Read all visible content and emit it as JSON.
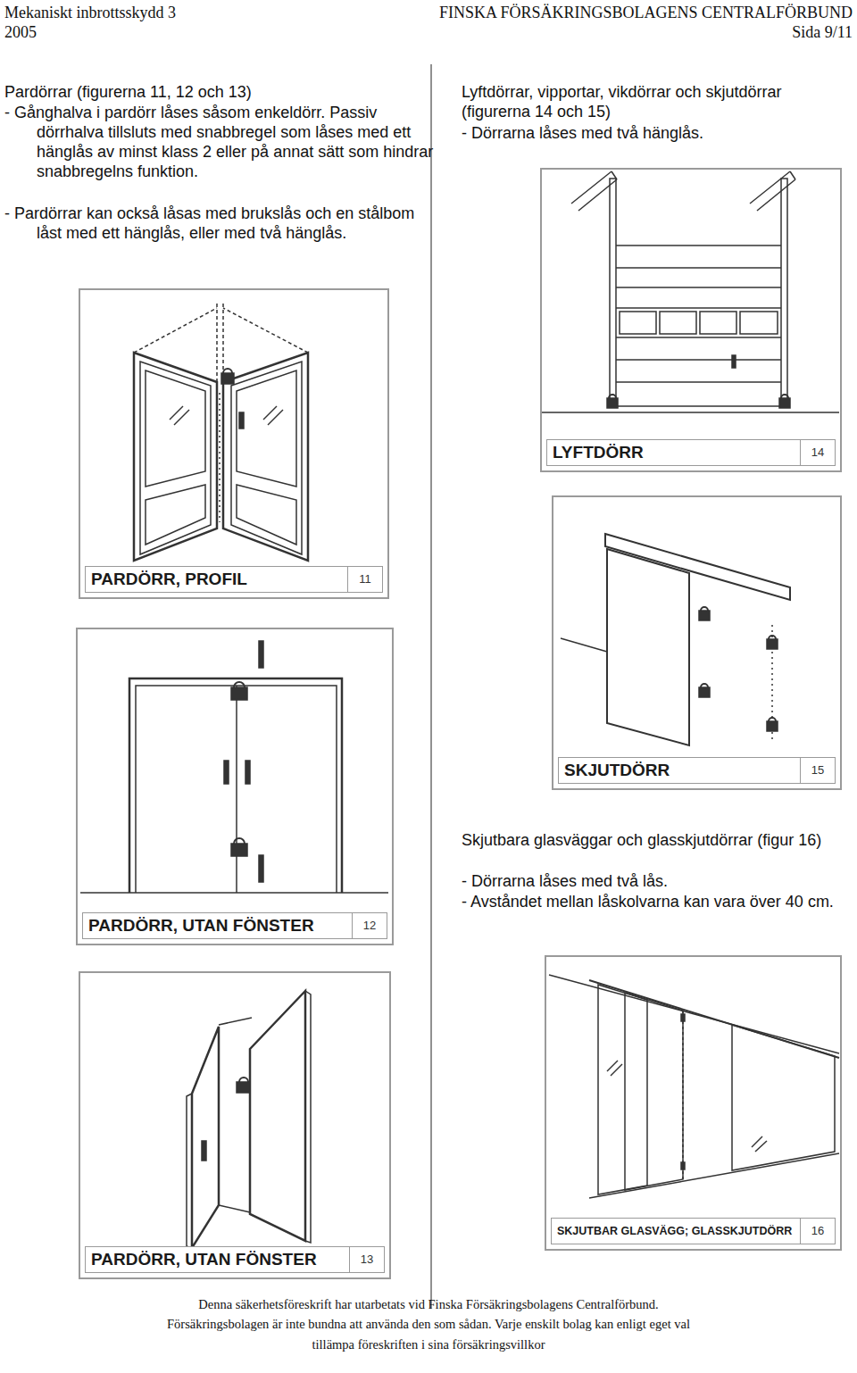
{
  "diagram": {
    "nodes": [
      {
        "text": [
          "PARDÖRR, PROFIL",
          "11"
        ]
      },
      {
        "text": [
          "PARDÖRR, UTAN FÖNSTER",
          "12"
        ]
      },
      {
        "text": [
          "PARDÖRR, UTAN FÖNSTER",
          "13"
        ]
      },
      {
        "text": [
          "LYFTDÖRR",
          "14"
        ]
      },
      {
        "text": [
          "SKJUTDÖRR",
          "15"
        ]
      },
      {
        "text": [
          "SKJUTBAR GLASVÄGG; GLASSKJUTDÖRR",
          "16"
        ]
      }
    ],
    "labels": [
      "Mekaniskt inbrottsskydd 3",
      "2005",
      "FINSKA FÖRSÄKRINGSBOLAGENS CENTRALFÖRBUND",
      "Sida 9/11",
      "Pardörrar (figurerna 11, 12 och 13)",
      "- Gånghalva i pardörr låses såsom enkeldörr. Passiv dörrhalva tillsluts med snabbregel som låses med ett hänglås av minst klass 2 eller på annat sätt som hindrar snabbregelns funktion.",
      "- Pardörrar kan också låsas med brukslås och en stålbom låst med ett hänglås, eller med två hänglås.",
      "Lyftdörrar, vipportar, vikdörrar och skjutdörrar (figurerna 14 och 15)",
      "- Dörrarna låses med två hänglås.",
      "Skjutbara glasväggar och glasskjutdörrar (figur 16)",
      "- Dörrarna låses med två lås.",
      "- Avståndet mellan låskolvarna kan vara över 40 cm.",
      "Denna säkerhetsföreskrift har utarbetats vid Finska Försäkringsbolagens Centralförbund.",
      "Försäkringsbolagen är inte bundna att använda den som sådan. Varje enskilt bolag kan enligt eget val",
      "tillämpa föreskriften i sina försäkringsvillkor"
    ]
  }
}
